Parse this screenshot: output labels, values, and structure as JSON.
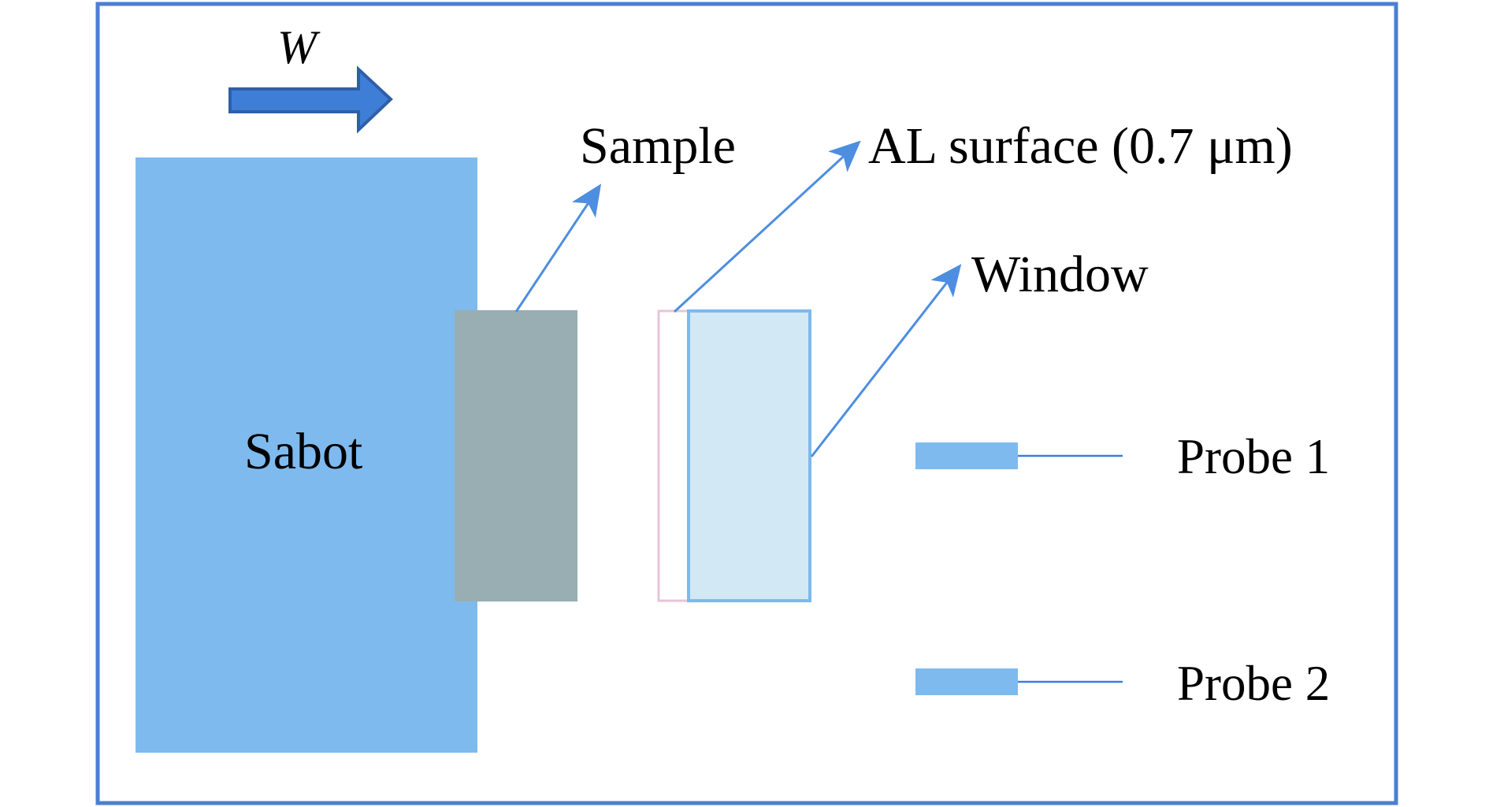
{
  "diagram": {
    "labels": {
      "velocity": "W",
      "sabot": "Sabot",
      "sample": "Sample",
      "al_surface": "AL surface (0.7 μm)",
      "window": "Window",
      "probe1": "Probe 1",
      "probe2": "Probe 2"
    },
    "colors": {
      "frame": "#4a7fd4",
      "sabot": "#7fbaee",
      "sample": "#99aeb2",
      "window_fill": "#d3e8f5",
      "window_stroke": "#7db9ec",
      "al_layer_stroke": "#e8c4d8",
      "arrow": "#4d8ee0",
      "w_arrow_fill": "#3f7ed6",
      "w_arrow_stroke": "#2f5fa8",
      "probe": "#7fbaee",
      "probe_line": "#3f7ed6"
    }
  }
}
